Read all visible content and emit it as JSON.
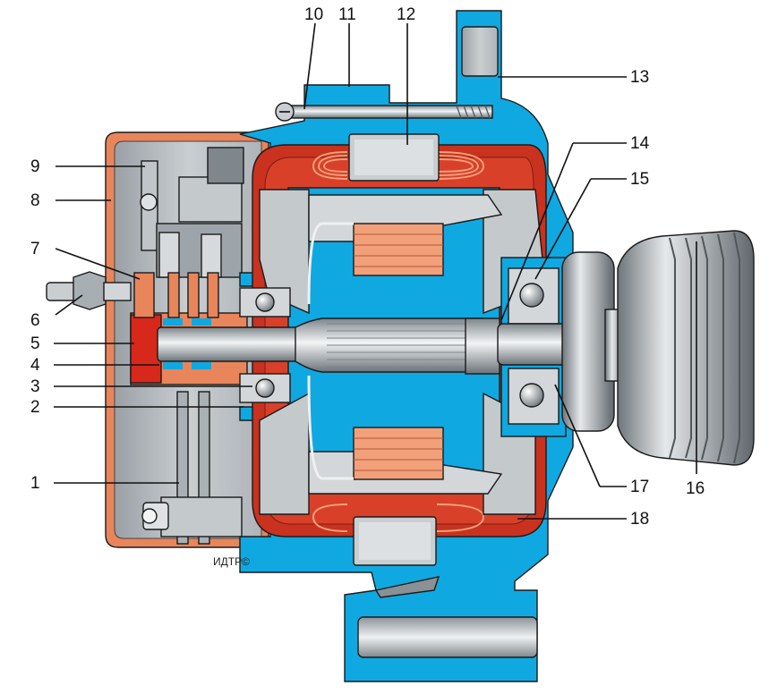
{
  "figure": {
    "credit": "ИДТР©",
    "callouts": [
      {
        "n": "1"
      },
      {
        "n": "2"
      },
      {
        "n": "3"
      },
      {
        "n": "4"
      },
      {
        "n": "5"
      },
      {
        "n": "6"
      },
      {
        "n": "7"
      },
      {
        "n": "8"
      },
      {
        "n": "9"
      },
      {
        "n": "10"
      },
      {
        "n": "11"
      },
      {
        "n": "12"
      },
      {
        "n": "13"
      },
      {
        "n": "14"
      },
      {
        "n": "15"
      },
      {
        "n": "16"
      },
      {
        "n": "17"
      },
      {
        "n": "18"
      }
    ]
  },
  "colors": {
    "housing_blue": "#10a8e0",
    "stator_red": "#c8321e",
    "cover_orange": "#e9855a",
    "winding_salmon": "#f2a07a",
    "steel_gray": "#bfc5c9",
    "dark_gray": "#8a9196",
    "line_black": "#111111"
  }
}
